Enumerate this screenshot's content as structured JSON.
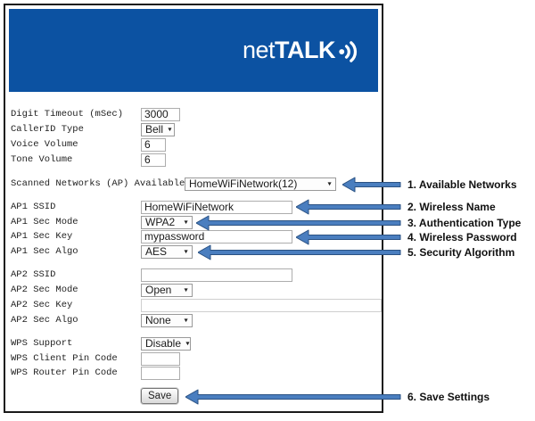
{
  "brand": {
    "name_regular": "net",
    "name_bold": "TALK",
    "wave_icon": "sound-wave"
  },
  "fields": {
    "digit_timeout": {
      "label": "Digit Timeout (mSec)",
      "value": "3000"
    },
    "callerid_type": {
      "label": "CallerID Type",
      "value": "Bell"
    },
    "voice_volume": {
      "label": "Voice Volume",
      "value": "6"
    },
    "tone_volume": {
      "label": "Tone Volume",
      "value": "6"
    },
    "scanned_networks": {
      "label": "Scanned Networks (AP) Available",
      "value": "HomeWiFiNetwork(12)"
    },
    "ap1_ssid": {
      "label": "AP1 SSID",
      "value": "HomeWiFiNetwork"
    },
    "ap1_sec_mode": {
      "label": "AP1 Sec Mode",
      "value": "WPA2"
    },
    "ap1_sec_key": {
      "label": "AP1 Sec Key",
      "value": "mypassword"
    },
    "ap1_sec_algo": {
      "label": "AP1 Sec Algo",
      "value": "AES"
    },
    "ap2_ssid": {
      "label": "AP2 SSID",
      "value": ""
    },
    "ap2_sec_mode": {
      "label": "AP2 Sec Mode",
      "value": "Open"
    },
    "ap2_sec_key": {
      "label": "AP2 Sec Key",
      "value": ""
    },
    "ap2_sec_algo": {
      "label": "AP2 Sec Algo",
      "value": "None"
    },
    "wps_support": {
      "label": "WPS Support",
      "value": "Disable"
    },
    "wps_client_pin": {
      "label": "WPS Client Pin Code",
      "value": ""
    },
    "wps_router_pin": {
      "label": "WPS Router Pin Code",
      "value": ""
    }
  },
  "save_button": {
    "label": "Save"
  },
  "annotations": [
    "1. Available Networks",
    "2. Wireless Name",
    "3. Authentication Type",
    "4. Wireless Password",
    "5. Security Algorithm",
    "6. Save Settings"
  ],
  "colors": {
    "header-bg": "#0C52A2",
    "arrow": "#4A7EBF",
    "arrow-border": "#2B5283",
    "panel-border": "#1A1A1A"
  }
}
